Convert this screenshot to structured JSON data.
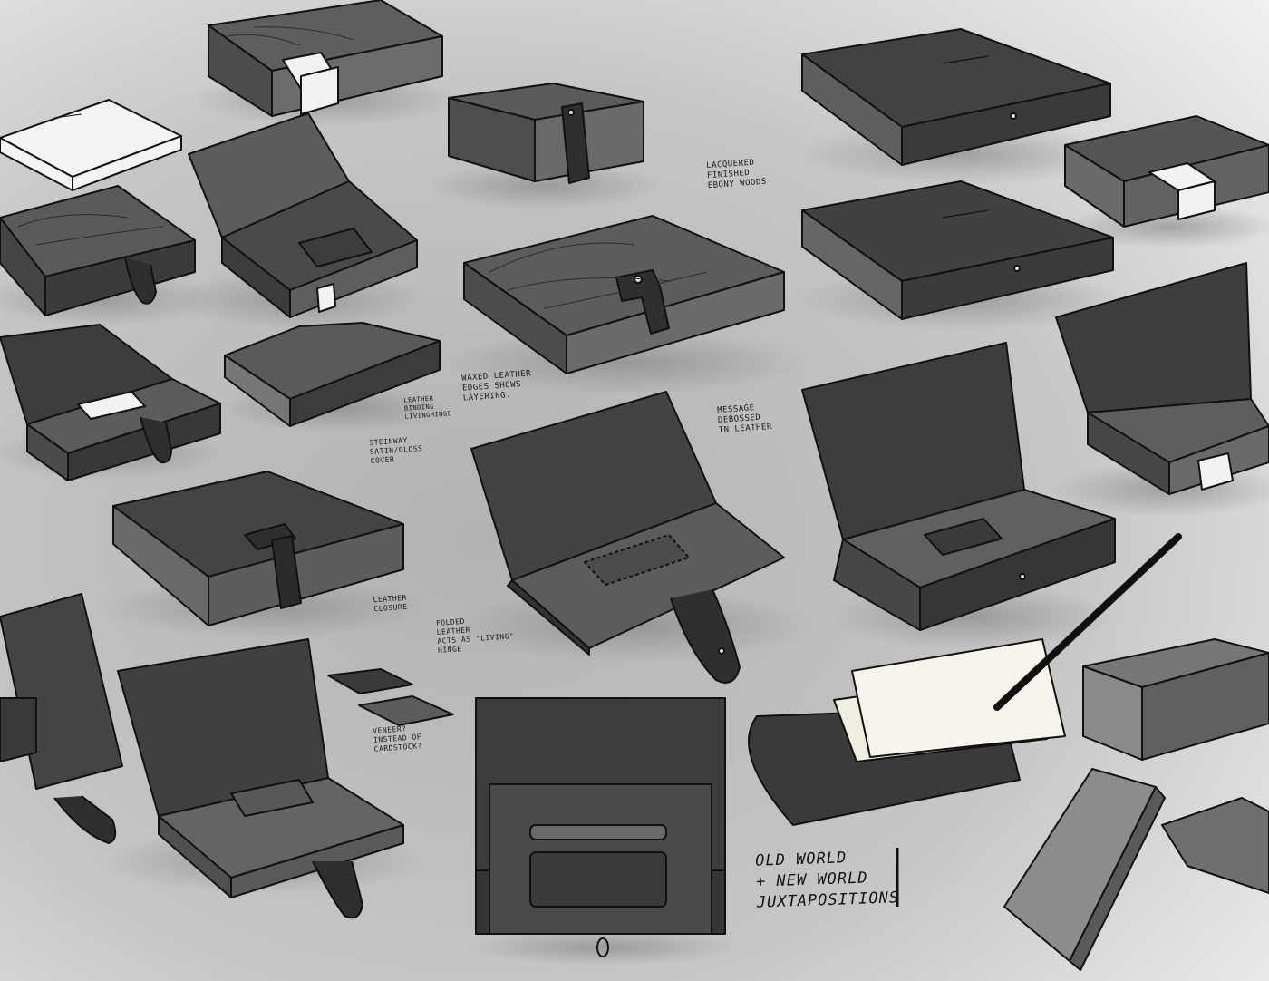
{
  "colors": {
    "background_light": "#f4f4f4",
    "background_mid": "#bdbdbd",
    "box_dark": "#3e3e3e",
    "box_mid": "#575757",
    "wood": "#6a6a6a",
    "outline": "#0f0f0f",
    "label_white": "#f2f2f2",
    "paper": "#f1ede1"
  },
  "annotations": {
    "lacquered": [
      "LACQUERED",
      "FINISHED",
      "EBONY WOODS"
    ],
    "waxed": [
      "WAXED LEATHER",
      "EDGES SHOWS",
      "LAYERING."
    ],
    "leather_bindings": [
      "LEATHER",
      "BINDING",
      "LIVINGHINGE"
    ],
    "steinway": [
      "STEINWAY",
      "SATIN/GLOSS",
      "COVER"
    ],
    "message": [
      "MESSAGE",
      "DEBOSSED",
      "IN LEATHER"
    ],
    "closure": [
      "LEATHER",
      "CLOSURE"
    ],
    "folded": [
      "FOLDED",
      "LEATHER",
      "ACTS AS \"LIVING\"",
      "HINGE"
    ],
    "veneer": [
      "VENEER?",
      "INSTEAD OF",
      "CARDSTOCK?"
    ],
    "headline": [
      "OLD WORLD",
      "+ NEW WORLD",
      "JUXTAPOSITIONS"
    ]
  }
}
